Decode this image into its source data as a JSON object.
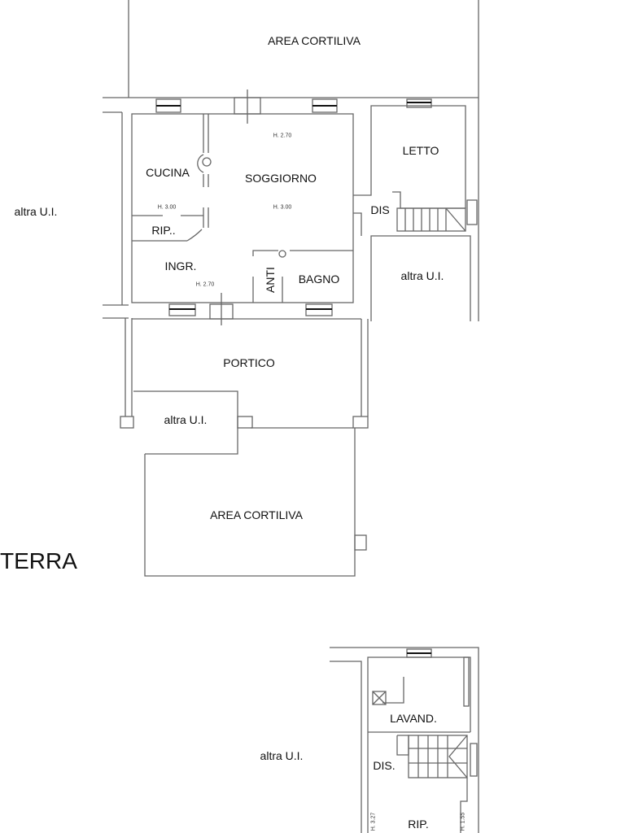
{
  "plan": {
    "level_title": "TERRA",
    "ground_floor": {
      "areas": [
        {
          "id": "area-cortiliva-top",
          "label": "AREA CORTILIVA"
        },
        {
          "id": "cucina",
          "label": "CUCINA"
        },
        {
          "id": "soggiorno",
          "label": "SOGGIORNO"
        },
        {
          "id": "letto",
          "label": "LETTO"
        },
        {
          "id": "dis",
          "label": "DIS"
        },
        {
          "id": "rip",
          "label": "RIP.."
        },
        {
          "id": "ingr",
          "label": "INGR."
        },
        {
          "id": "anti",
          "label": "ANTI"
        },
        {
          "id": "bagno",
          "label": "BAGNO"
        },
        {
          "id": "portico",
          "label": "PORTICO"
        },
        {
          "id": "area-cortiliva-bottom",
          "label": "AREA CORTILIVA"
        }
      ],
      "heights": {
        "soggiorno_top": "H. 2.70",
        "soggiorno_bottom": "H. 3.00",
        "cucina": "H. 3.00",
        "ingr": "H. 2.70"
      },
      "neighbors": {
        "left": "altra U.I.",
        "right": "altra U.I.",
        "portico": "altra U.I."
      }
    },
    "lower_floor": {
      "areas": [
        {
          "id": "lavand",
          "label": "LAVAND."
        },
        {
          "id": "dis2",
          "label": "DIS."
        },
        {
          "id": "rip2",
          "label": "RIP."
        }
      ],
      "heights": {
        "left": "H. 3.27",
        "right": "H. 1.55"
      },
      "neighbor": "altra U.I."
    }
  },
  "colors": {
    "wall": "#555555",
    "line": "#777777",
    "background": "#ffffff"
  }
}
